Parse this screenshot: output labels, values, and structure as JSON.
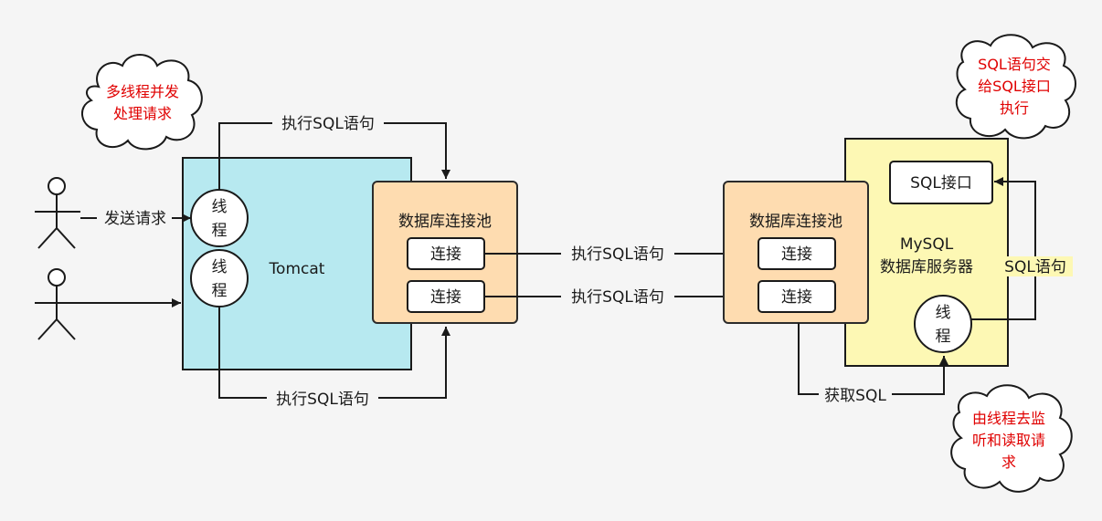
{
  "colors": {
    "tomcat_fill": "#b7e9f0",
    "pool_fill": "#fedcb0",
    "pool_stroke": "#2b2b2b",
    "mysql_fill": "#fdf8b4",
    "stroke": "#1a1a1a",
    "cloud_text": "#e00000"
  },
  "actors": {
    "top_action": "发送请求"
  },
  "tomcat": {
    "label": "Tomcat",
    "thread1": [
      "线",
      "程"
    ],
    "thread2": [
      "线",
      "程"
    ]
  },
  "tomcat_pool": {
    "title": "数据库连接池",
    "conn1": "连接",
    "conn2": "连接"
  },
  "arrows": {
    "top_exec": "执行SQL语句",
    "bottom_exec": "执行SQL语句",
    "mid_exec1": "执行SQL语句",
    "mid_exec2": "执行SQL语句",
    "right_sql": "SQL语句",
    "get_sql": "获取SQL"
  },
  "mysql": {
    "label1": "MySQL",
    "label2": "数据库服务器",
    "interface": "SQL接口",
    "thread": [
      "线",
      "程"
    ]
  },
  "mysql_pool": {
    "title": "数据库连接池",
    "conn1": "连接",
    "conn2": "连接"
  },
  "clouds": {
    "left": [
      "多线程并发",
      "处理请求"
    ],
    "top_right": [
      "SQL语句交",
      "给SQL接口",
      "执行"
    ],
    "bottom_right": [
      "由线程去监",
      "听和读取请",
      "求"
    ]
  }
}
